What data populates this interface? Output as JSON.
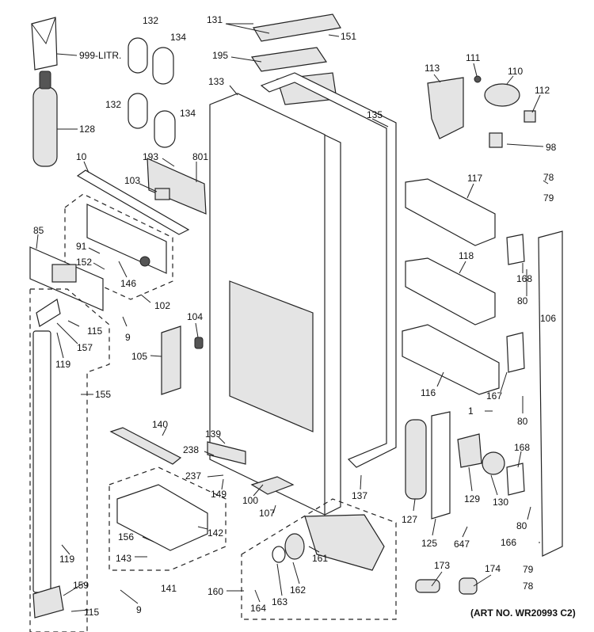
{
  "diagram": {
    "art_number": "(ART NO. WR20993 C2)",
    "callouts": [
      "999-LITR.",
      "132",
      "134",
      "132",
      "134",
      "131",
      "151",
      "195",
      "133",
      "135",
      "128",
      "10",
      "193",
      "801",
      "103",
      "85",
      "91",
      "152",
      "146",
      "102",
      "115",
      "157",
      "119",
      "9",
      "155",
      "104",
      "105",
      "113",
      "111",
      "110",
      "112",
      "98",
      "117",
      "118",
      "116",
      "78",
      "79",
      "168",
      "80",
      "106",
      "167",
      "80",
      "1",
      "168",
      "80",
      "166",
      "79",
      "78",
      "140",
      "139",
      "238",
      "237",
      "149",
      "100",
      "107",
      "137",
      "127",
      "125",
      "129",
      "130",
      "647",
      "142",
      "156",
      "143",
      "141",
      "119",
      "159",
      "115",
      "9",
      "160",
      "164",
      "163",
      "162",
      "161",
      "173",
      "174"
    ]
  }
}
